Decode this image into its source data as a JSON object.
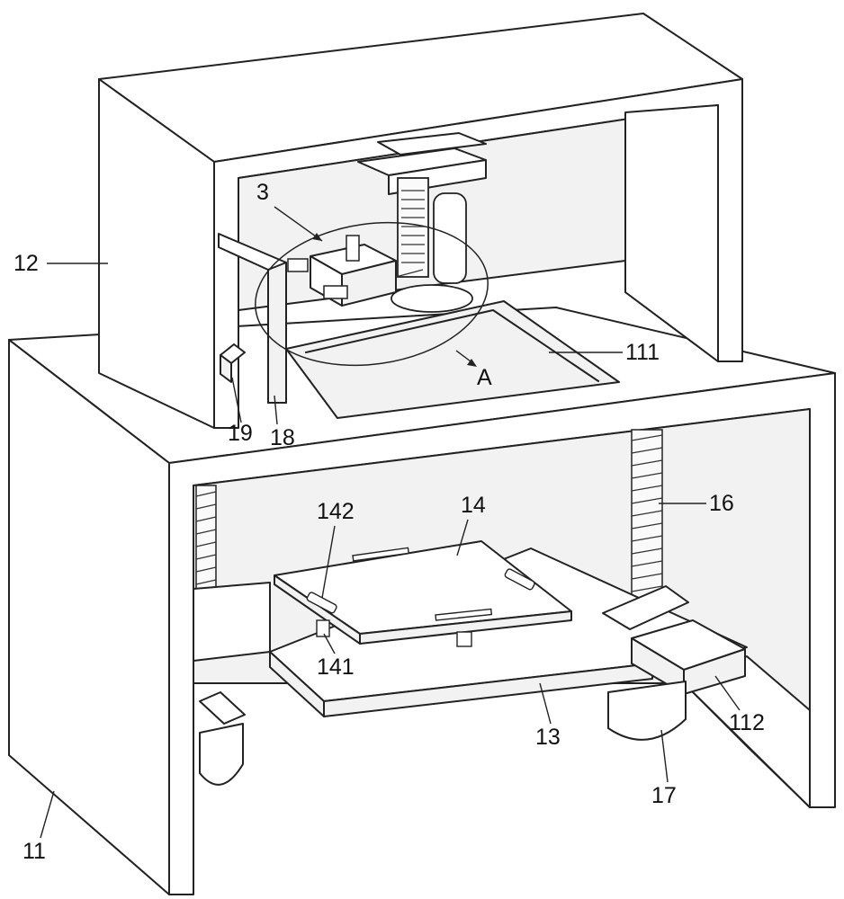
{
  "labels": {
    "l12": "12",
    "l3": "3",
    "lA": "A",
    "l111": "111",
    "l19": "19",
    "l18": "18",
    "l16": "16",
    "l14": "14",
    "l142": "142",
    "l141": "141",
    "l13": "13",
    "l112": "112",
    "l17": "17",
    "l11": "11"
  }
}
